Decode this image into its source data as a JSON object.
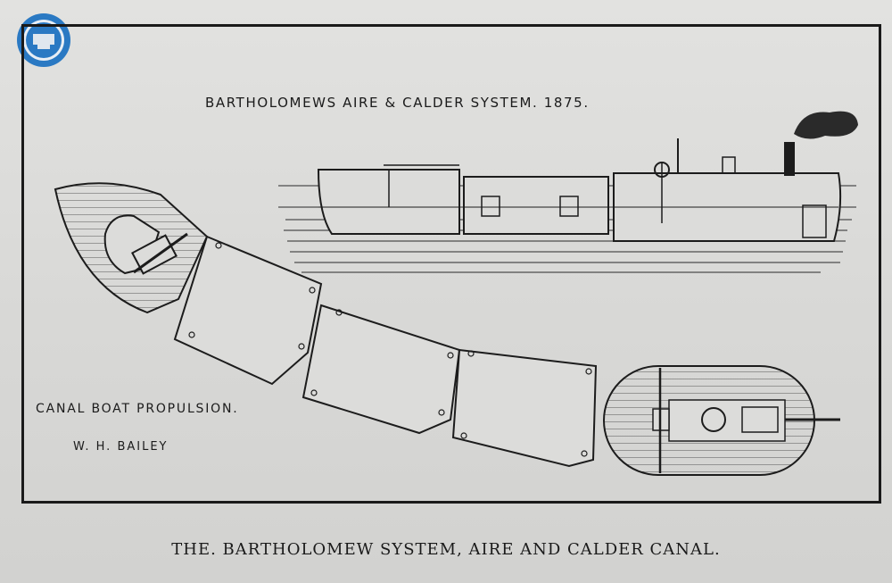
{
  "header": {
    "title": "BARTHOLOMEWS  AIRE & CALDER SYSTEM.  1875."
  },
  "labels": {
    "propulsion": "CANAL BOAT PROPULSION.",
    "author": "W. H. BAILEY"
  },
  "caption": "THE. BARTHOLOMEW SYSTEM, AIRE AND CALDER CANAL.",
  "logo": {
    "icon": "circular-society-badge-icon",
    "color": "#2a79c3"
  },
  "colors": {
    "paper": "#dcdcda",
    "ink": "#1a1a1a"
  }
}
